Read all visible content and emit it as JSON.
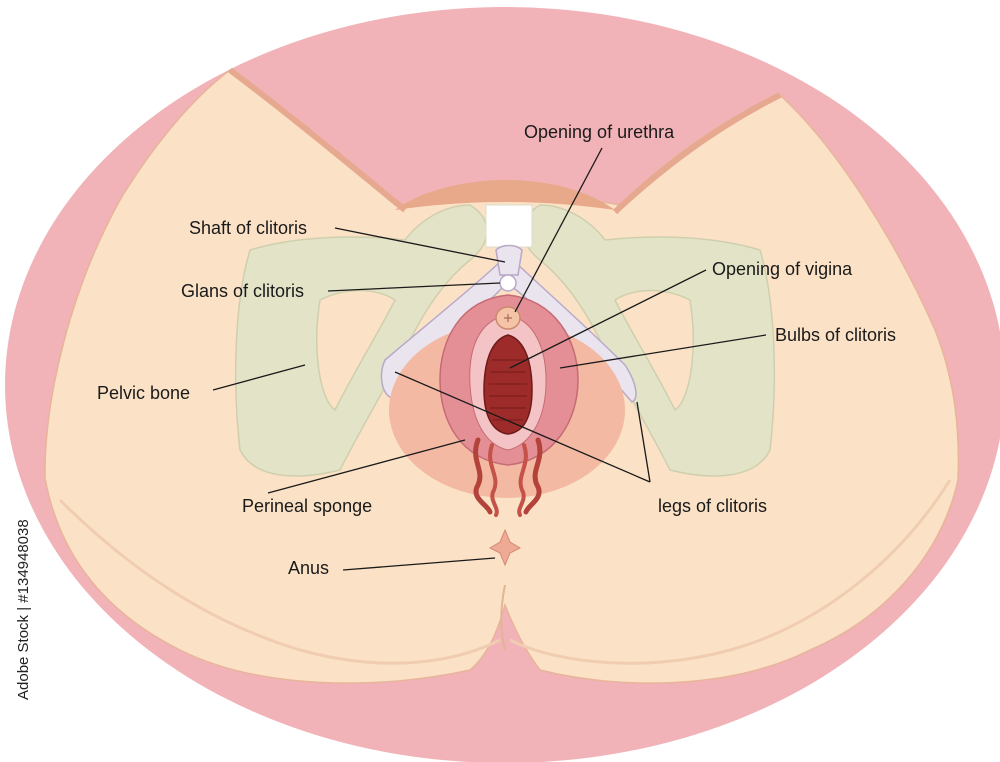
{
  "labels": {
    "urethra": "Opening of urethra",
    "shaft": "Shaft of clitoris",
    "glans": "Glans of clitoris",
    "vagina": "Opening of vigina",
    "bulbs": "Bulbs of clitoris",
    "pelvic": "Pelvic bone",
    "perineal": "Perineal sponge",
    "legs": "legs of clitoris",
    "anus": "Anus"
  },
  "watermark": "Adobe Stock | #134948038",
  "colors": {
    "background_oval": "#f1b3b7",
    "skin": "#fbe2c6",
    "bone": "#e3e3c8",
    "labia": "#e48f95",
    "vaginal_opening": "#9c2b2a",
    "clitoris_legs": "#e9e4ee",
    "leader_lines": "#1a1a1a"
  }
}
